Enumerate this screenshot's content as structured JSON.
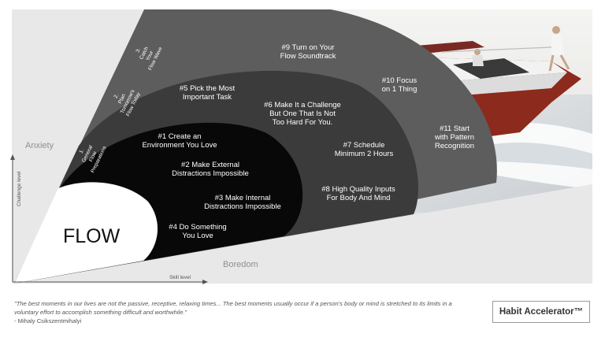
{
  "steps": {
    "s1": [
      "#1 Create an",
      "Environment You Love"
    ],
    "s2": [
      "#2 Make External",
      "Distractions Impossible"
    ],
    "s3": [
      "#3 Make Internal",
      "Distractions Impossible"
    ],
    "s4": [
      "#4 Do Something",
      "You Love"
    ],
    "s5": [
      "#5 Pick the Most",
      "Important Task"
    ],
    "s6": [
      "#6 Make It a Challenge",
      "But One That Is Not",
      "Too Hard For You."
    ],
    "s7": [
      "#7 Schedule",
      "Minimum 2 Hours"
    ],
    "s8": [
      "#8 High Quality Inputs",
      "For Body And Mind"
    ],
    "s9": [
      "#9 Turn on Your",
      "Flow Soundtrack"
    ],
    "s10": [
      "#10 Focus",
      "on 1 Thing"
    ],
    "s11": [
      "#11 Start",
      "with Pattern",
      "Recognition"
    ]
  },
  "phases": {
    "p1": [
      "1.",
      "General",
      "Flow",
      "Preparations"
    ],
    "p2": [
      "2.",
      "Plan",
      "Tomorrow's",
      "Flow Today"
    ],
    "p3": [
      "3.",
      "Catch",
      "Your",
      "Flow Wave"
    ]
  },
  "labels": {
    "anxiety": "Anxiety",
    "boredom": "Boredom",
    "flow": "FLOW",
    "challenge_axis": "Challenge level",
    "skill_axis": "Skill level"
  },
  "quote": {
    "text": "\"The best moments in our lives are not the passive, receptive, relaxing times... The best moments usually occur if a person's body or mind is stretched to its limits in a voluntary effort to accomplish something difficult and worthwhile.\"",
    "author": "- Mihaly Csikszentmihalyi"
  },
  "brand": "Habit Accelerator™",
  "colors": {
    "band_outer": "#5d5d5d",
    "band_middle": "#3b3b3b",
    "band_inner": "#080808",
    "background_panel": "#e8e8e8",
    "flow_blob": "#ffffff",
    "axis": "#555555"
  }
}
